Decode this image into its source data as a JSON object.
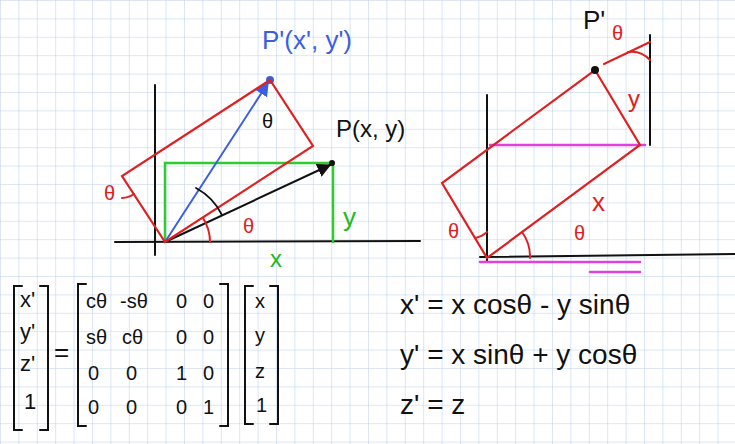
{
  "diagram": {
    "labels": [
      "P'(x', y')",
      "P(x, y)",
      "θ",
      "θ",
      "θ",
      "y",
      "x",
      "P'",
      "θ",
      "y",
      "θ",
      "x",
      "θ",
      "x'",
      "y'",
      "z'",
      "1",
      "=",
      "cθ",
      "-sθ",
      "0",
      "0",
      "sθ",
      "cθ",
      "0",
      "0",
      "0",
      "0",
      "1",
      "0",
      "0",
      "0",
      "0",
      "1",
      "x",
      "y",
      "z",
      "1",
      "x' = x cosθ - y sinθ",
      "y' = x sinθ + y cosθ",
      "z' = z"
    ]
  }
}
